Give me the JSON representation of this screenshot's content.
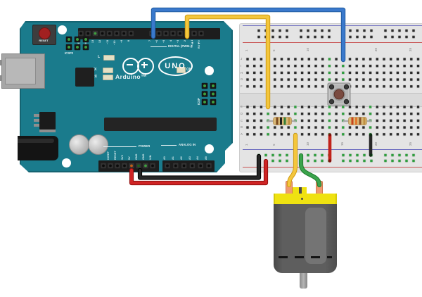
{
  "board": {
    "color": "#1a7b8c",
    "reset_label": "RESET",
    "icsp2_label": "ICSP2",
    "icsp_label": "ICSP",
    "led_l": "L",
    "led_tx": "TX",
    "led_rx": "RX",
    "led_on": "ON",
    "logo_name": "UNO",
    "brand": "Arduino™",
    "digital_section": "DIGITAL (PWM~)",
    "power_section": "POWER",
    "analog_section": "ANALOG IN",
    "digital_pins_left": [
      "AREF",
      "GND",
      "13",
      "12",
      "~11",
      "~10",
      "~9",
      "8"
    ],
    "digital_pins_right": [
      "7",
      "~6",
      "~5",
      "4",
      "~3",
      "2",
      "TX▶1",
      "RX◀0"
    ],
    "power_pins": [
      "IOREF",
      "RESET",
      "3V3",
      "5V",
      "GND",
      "GND",
      "VIN"
    ],
    "analog_pins": [
      "A0",
      "A1",
      "A2",
      "A3",
      "A4",
      "A5"
    ]
  },
  "breadboard": {
    "column_numbers": [
      "1",
      "5",
      "10",
      "15",
      "20",
      "25"
    ],
    "row_letters_top": [
      "J",
      "I",
      "H",
      "G",
      "F"
    ],
    "row_letters_bottom": [
      "E",
      "D",
      "C",
      "B",
      "A"
    ],
    "rail_negative_color": "#6a6abf",
    "rail_positive_color": "#c85252",
    "connected_hole_color": "#2f9e3e"
  },
  "components": {
    "pushbutton": {
      "cap_color": "#7a4a40"
    },
    "resistor_left": {
      "band_colors": [
        "#7c4a21",
        "#1e1e1e",
        "#35803a",
        "#c09142"
      ],
      "bands": [
        "brown",
        "black",
        "green",
        "gold"
      ]
    },
    "resistor_right": {
      "band_colors": [
        "#c8441e",
        "#e2772c",
        "#8d512a",
        "#c09142"
      ],
      "bands": [
        "orange",
        "orange",
        "brown",
        "gold"
      ]
    },
    "motor": {
      "cap_color": "#efe211",
      "terminal_color": "#ef9a70"
    }
  },
  "wires": {
    "digital7_blue": "#3a79cc",
    "digital2_yellow": "#f4c63c",
    "gnd_black": "#262626",
    "supply5v_red": "#cf2424",
    "motor_yellow": "#f4c63c",
    "motor_green": "#3aa44c",
    "jumper_red": "#c1231a",
    "jumper_black": "#272727"
  }
}
